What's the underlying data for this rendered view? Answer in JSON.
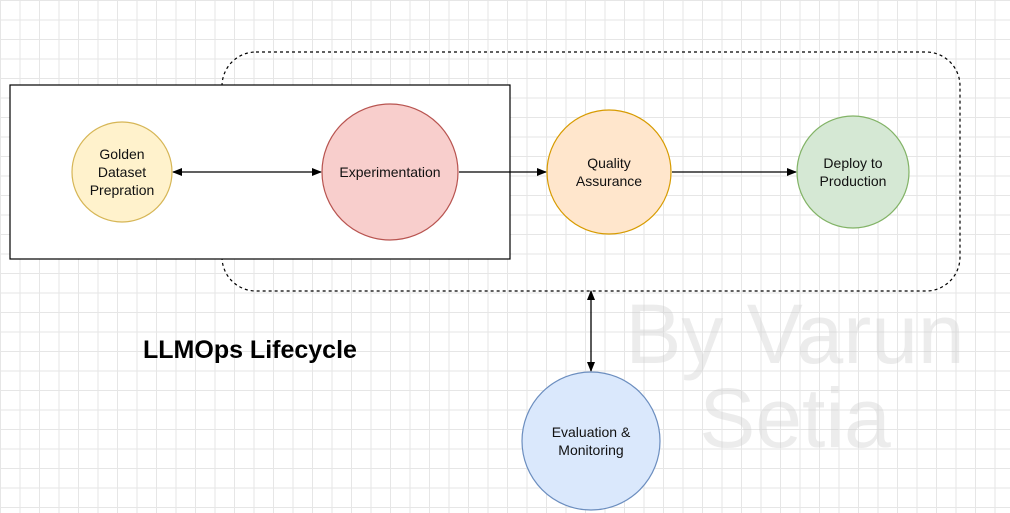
{
  "diagram": {
    "title": "LLMOps Lifecycle",
    "watermark": "By Varun\nSetia",
    "nodes": {
      "golden": {
        "label": "Golden\nDataset\nPrepration",
        "fill": "#fff2cc",
        "stroke": "#d6b656"
      },
      "experimentation": {
        "label": "Experimentation",
        "fill": "#f8cecc",
        "stroke": "#b85450"
      },
      "qa": {
        "label": "Quality\nAssurance",
        "fill": "#ffe6cc",
        "stroke": "#d79b00"
      },
      "deploy": {
        "label": "Deploy to\nProduction",
        "fill": "#d5e8d4",
        "stroke": "#82b366"
      },
      "evaluation": {
        "label": "Evaluation &\nMonitoring",
        "fill": "#dae8fc",
        "stroke": "#6c8ebf"
      }
    },
    "edges": [
      {
        "from": "golden",
        "to": "experimentation",
        "bidirectional": true
      },
      {
        "from": "experimentation",
        "to": "qa",
        "bidirectional": false
      },
      {
        "from": "qa",
        "to": "deploy",
        "bidirectional": false
      },
      {
        "from": "dashed-group",
        "to": "evaluation",
        "bidirectional": true
      }
    ]
  }
}
